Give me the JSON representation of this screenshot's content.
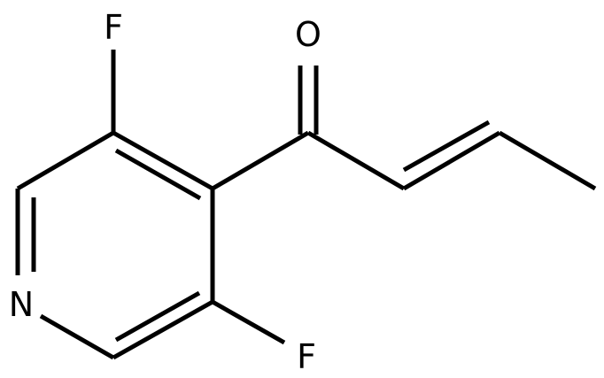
{
  "molecule": {
    "atoms": {
      "fluorine_top": "F",
      "fluorine_bottom": "F",
      "ring_nitrogen": "N",
      "carbonyl_oxygen": "O"
    }
  },
  "colors": {
    "bond": "#000000",
    "label": "#000000",
    "background": "#ffffff"
  }
}
